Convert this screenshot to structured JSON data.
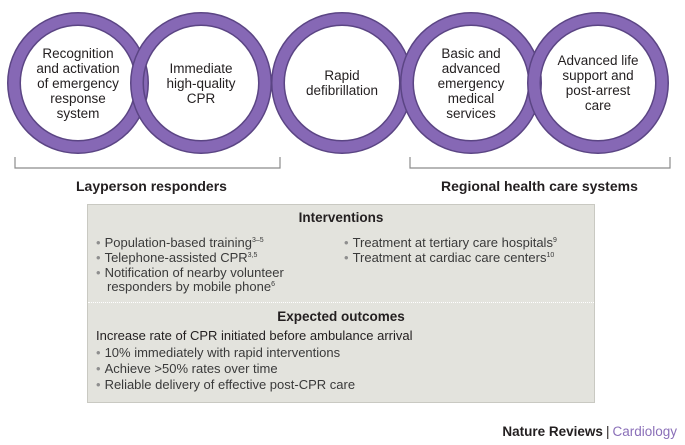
{
  "chain": {
    "links": [
      {
        "lines": [
          "Recognition",
          "and activation",
          "of emergency",
          "response",
          "system"
        ]
      },
      {
        "lines": [
          "Immediate",
          "high-quality",
          "CPR"
        ]
      },
      {
        "lines": [
          "Rapid",
          "defibrillation"
        ]
      },
      {
        "lines": [
          "Basic and",
          "advanced",
          "emergency",
          "medical",
          "services"
        ]
      },
      {
        "lines": [
          "Advanced life",
          "support and",
          "post-arrest",
          "care"
        ]
      }
    ],
    "ring_color": "#8668b5",
    "ring_outline": "#5b4584"
  },
  "groups": {
    "layperson": "Layperson responders",
    "regional": "Regional health care systems"
  },
  "interventions": {
    "heading": "Interventions",
    "left": [
      {
        "text": "Population-based training",
        "sup": "3–5"
      },
      {
        "text": "Telephone-assisted CPR",
        "sup": "3,5"
      },
      {
        "text": "Notification of nearby volunteer",
        "sup": ""
      },
      {
        "text": "responders by mobile phone",
        "sup": "6"
      }
    ],
    "right": [
      {
        "text": "Treatment at tertiary care hospitals",
        "sup": "9"
      },
      {
        "text": "Treatment at cardiac care centers",
        "sup": "10"
      }
    ]
  },
  "outcomes": {
    "heading": "Expected outcomes",
    "intro": "Increase rate of CPR initiated before ambulance arrival",
    "items": [
      "10% immediately with rapid interventions",
      "Achieve >50% rates over time",
      "Reliable delivery of effective post-CPR care"
    ]
  },
  "footer": {
    "journal": "Nature Reviews",
    "separator": "|",
    "section": "Cardiology"
  },
  "colors": {
    "panel_bg": "#e3e3dd",
    "bullet_dot": "#8e8e8e",
    "footer_section": "#8a6fb8"
  }
}
